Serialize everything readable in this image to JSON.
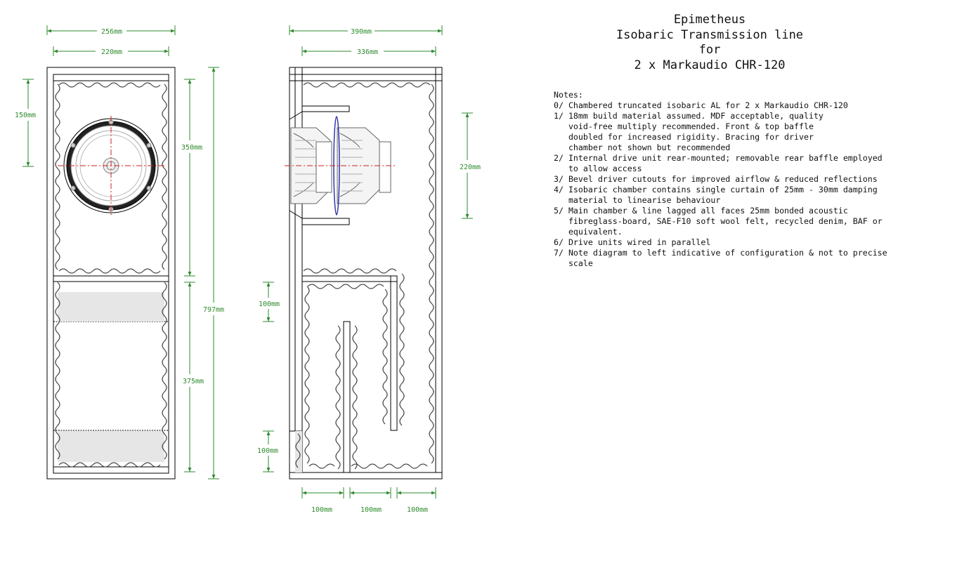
{
  "title": {
    "line1": "Epimetheus",
    "line2": "Isobaric Transmission line",
    "line3": "for",
    "line4": "2 x Markaudio CHR-120"
  },
  "notes": {
    "heading": "Notes:",
    "items": [
      "0/ Chambered truncated isobaric AL for 2 x Markaudio CHR-120",
      "1/ 18mm build material assumed. MDF acceptable, quality",
      "   void-free multiply recommended. Front & top baffle",
      "   doubled for increased rigidity. Bracing for driver",
      "   chamber not shown but recommended",
      "2/ Internal drive unit rear-mounted; removable rear baffle employed",
      "   to allow access",
      "3/ Bevel driver cutouts for improved airflow & reduced reflections",
      "4/ Isobaric chamber contains single curtain of 25mm - 30mm damping",
      "   material to linearise behaviour",
      "5/ Main chamber & line lagged all faces 25mm bonded acoustic",
      "   fibreglass-board, SAE-F10 soft wool felt, recycled denim, BAF or",
      "   equivalent.",
      "6/ Drive units wired in parallel",
      "7/ Note diagram to left indicative of configuration & not to precise",
      "   scale"
    ]
  },
  "dimensions": {
    "front_width_outer": "256mm",
    "front_width_inner": "220mm",
    "driver_offset": "150mm",
    "upper_chamber": "350mm",
    "total_height": "797mm",
    "lower_chamber": "375mm",
    "side_depth_outer": "390mm",
    "side_depth_inner": "336mm",
    "driver_chamber": "220mm",
    "line_top_gap": "100mm",
    "line_bottom_gap": "100mm",
    "line_width_1": "100mm",
    "line_width_2": "100mm",
    "line_width_3": "100mm"
  },
  "colors": {
    "dimension": "#2e8b2e",
    "panel": "#000000",
    "lagging_fill": "#e6e6e6",
    "centerline": "#cc2222",
    "curtain": "#3333aa"
  }
}
